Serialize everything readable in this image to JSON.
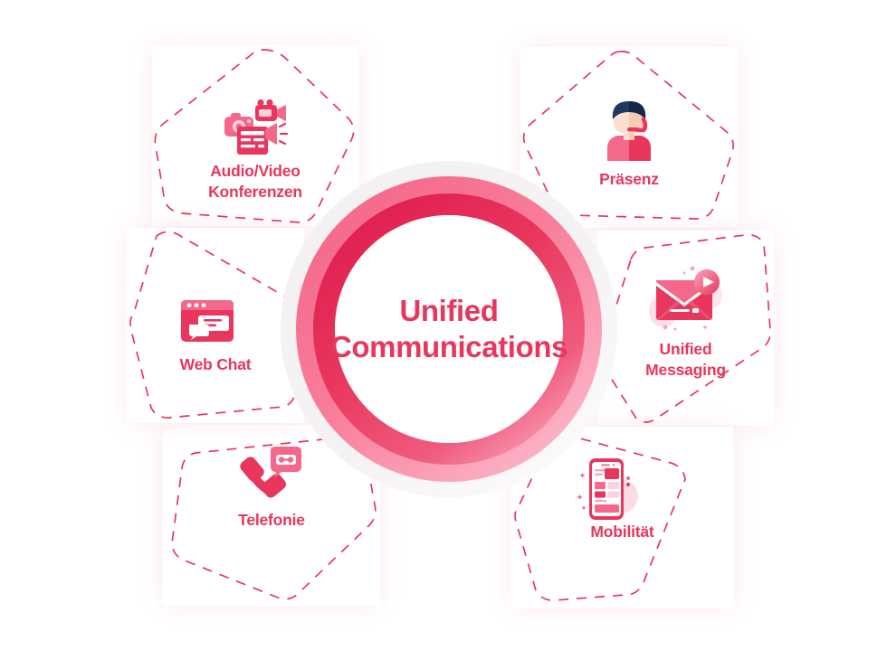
{
  "diagram": {
    "type": "radial-hub-and-spoke",
    "title_line_1": "Unified",
    "title_line_2": "Communications",
    "center_label_full": "Unified Communications",
    "colors": {
      "primary": "#e8365d",
      "primary_dark": "#e01e50",
      "mid_pink": "#f4688a",
      "light_pink": "#f9a6bb",
      "pale_pink": "#fde6ec",
      "halo": "#f2eff0",
      "navy": "#1f3864",
      "navy_dark": "#16284a",
      "skin": "#fbe0cf",
      "skin_dark": "#f5cdb5",
      "white": "#ffffff"
    },
    "petals": [
      {
        "id": "audio-video-konferenzen",
        "label_line_1": "Audio/Video",
        "label_line_2": "Konferenzen",
        "label_full": "Audio/Video Konferenzen",
        "icon": "video-conference-icon",
        "position": "top-left"
      },
      {
        "id": "praesenz",
        "label_line_1": "Präsenz",
        "label_line_2": "",
        "label_full": "Präsenz",
        "icon": "headset-agent-icon",
        "position": "top-right"
      },
      {
        "id": "unified-messaging",
        "label_line_1": "Unified",
        "label_line_2": "Messaging",
        "label_full": "Unified Messaging",
        "icon": "envelope-play-icon",
        "position": "right"
      },
      {
        "id": "mobilitaet",
        "label_line_1": "Mobilität",
        "label_line_2": "",
        "label_full": "Mobilität",
        "icon": "smartphone-icon",
        "position": "bottom-right"
      },
      {
        "id": "telefonie",
        "label_line_1": "Telefonie",
        "label_line_2": "",
        "label_full": "Telefonie",
        "icon": "phone-voicemail-icon",
        "position": "bottom-left"
      },
      {
        "id": "web-chat",
        "label_line_1": "Web Chat",
        "label_line_2": "",
        "label_full": "Web Chat",
        "icon": "browser-chat-icon",
        "position": "left"
      }
    ]
  }
}
